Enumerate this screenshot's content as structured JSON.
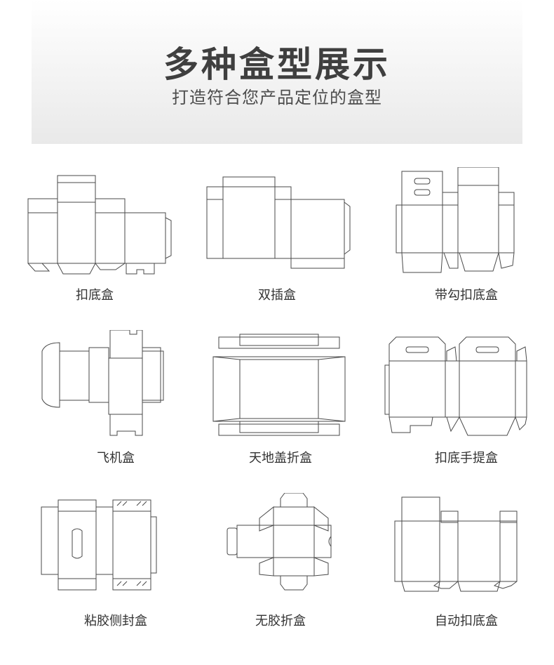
{
  "header": {
    "title": "多种盒型展示",
    "subtitle": "打造符合您产品定位的盒型"
  },
  "boxes": [
    {
      "label": "扣底盒"
    },
    {
      "label": "双插盒"
    },
    {
      "label": "带勾扣底盒"
    },
    {
      "label": "飞机盒"
    },
    {
      "label": "天地盖折盒"
    },
    {
      "label": "扣底手提盒"
    },
    {
      "label": "粘胶侧封盒"
    },
    {
      "label": "无胶折盒"
    },
    {
      "label": "自动扣底盒"
    }
  ]
}
